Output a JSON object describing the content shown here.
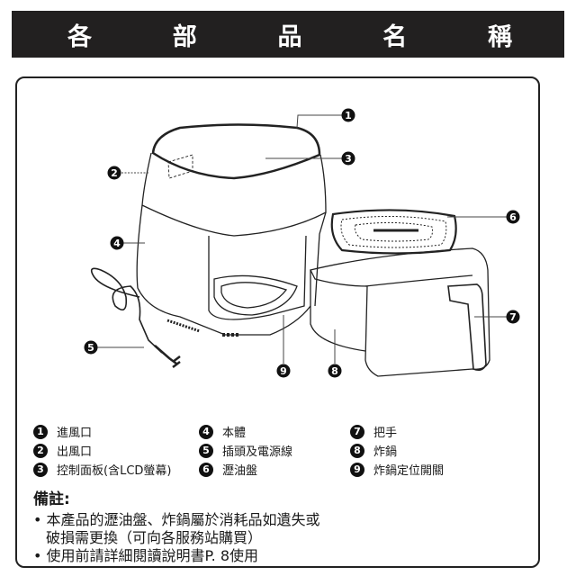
{
  "header": {
    "title_chars": [
      "各",
      "部",
      "品",
      "名",
      "稱"
    ],
    "colors": {
      "banner_bg": "#222020",
      "banner_text": "#ffffff"
    }
  },
  "diagram": {
    "subject": "air-fryer",
    "callouts": [
      {
        "n": "1",
        "label": "進風口"
      },
      {
        "n": "2",
        "label": "出風口"
      },
      {
        "n": "3",
        "label": "控制面板(含LCD螢幕)"
      },
      {
        "n": "4",
        "label": "本體"
      },
      {
        "n": "5",
        "label": "插頭及電源線"
      },
      {
        "n": "6",
        "label": "瀝油盤"
      },
      {
        "n": "7",
        "label": "把手"
      },
      {
        "n": "8",
        "label": "炸鍋"
      },
      {
        "n": "9",
        "label": "炸鍋定位開關"
      }
    ]
  },
  "notes": {
    "title": "備註:",
    "items": [
      {
        "line1": "• 本產品的瀝油盤、炸鍋屬於消耗品如遺失或",
        "line2": "破損需更換（可向各服務站購買）"
      },
      {
        "line1": "• 使用前請詳細閱讀說明書P. 8使用"
      }
    ]
  }
}
